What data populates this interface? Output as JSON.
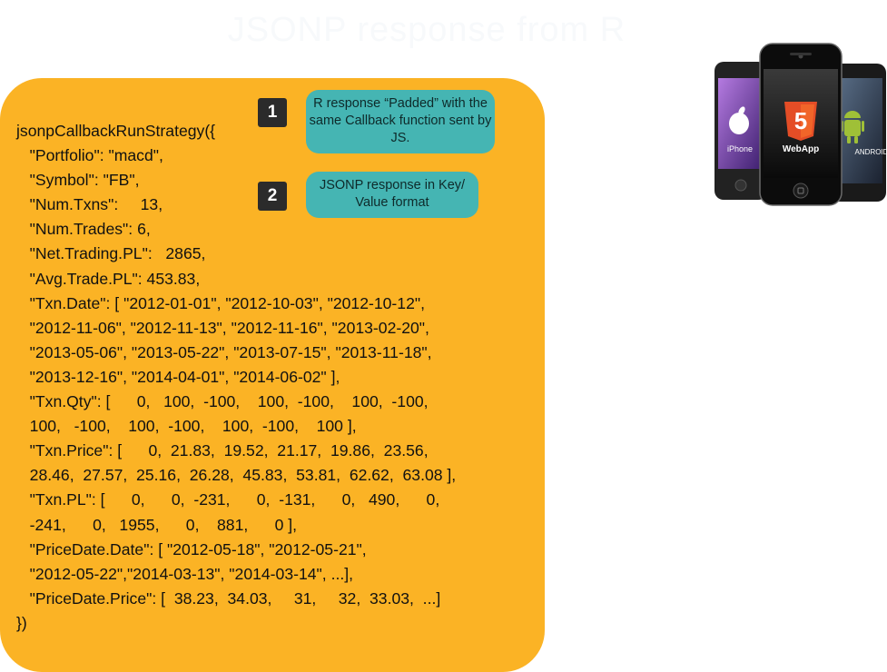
{
  "slide": {
    "title": "JSONP response from R"
  },
  "code": {
    "lines": [
      "jsonpCallbackRunStrategy({",
      "   \"Portfolio\": \"macd\",",
      "   \"Symbol\": \"FB\",",
      "   \"Num.Txns\":     13,",
      "   \"Num.Trades\": 6,",
      "   \"Net.Trading.PL\":   2865,",
      "   \"Avg.Trade.PL\": 453.83,",
      "   \"Txn.Date\": [ \"2012-01-01\", \"2012-10-03\", \"2012-10-12\",",
      "   \"2012-11-06\", \"2012-11-13\", \"2012-11-16\", \"2013-02-20\",",
      "   \"2013-05-06\", \"2013-05-22\", \"2013-07-15\", \"2013-11-18\",",
      "   \"2013-12-16\", \"2014-04-01\", \"2014-06-02\" ],",
      "   \"Txn.Qty\": [      0,   100,  -100,    100,  -100,    100,  -100,",
      "   100,   -100,    100,  -100,    100,  -100,    100 ],",
      "   \"Txn.Price\": [      0,  21.83,  19.52,  21.17,  19.86,  23.56,",
      "   28.46,  27.57,  25.16,  26.28,  45.83,  53.81,  62.62,  63.08 ],",
      "   \"Txn.PL\": [      0,      0,  -231,      0,  -131,      0,   490,      0,",
      "   -241,      0,   1955,      0,    881,      0 ],",
      "   \"PriceDate.Date\": [ \"2012-05-18\", \"2012-05-21\",",
      "   \"2012-05-22\",\"2014-03-13\", \"2014-03-14\", ...],",
      "   \"PriceDate.Price\": [  38.23,  34.03,     31,     32,  33.03,  ...]",
      "})"
    ]
  },
  "callouts": [
    {
      "number": "1",
      "text": "R response “Padded” with   the same Callback function sent by JS."
    },
    {
      "number": "2",
      "text": "JSONP response in Key/ Value format"
    }
  ],
  "phones": {
    "labels": [
      "iPhone",
      "WebApp",
      "ANDROID"
    ],
    "html5_mark": "5",
    "colors": {
      "html5": "#e44d26",
      "android": "#9fc037",
      "screen_left": "#8a4fb5"
    }
  }
}
